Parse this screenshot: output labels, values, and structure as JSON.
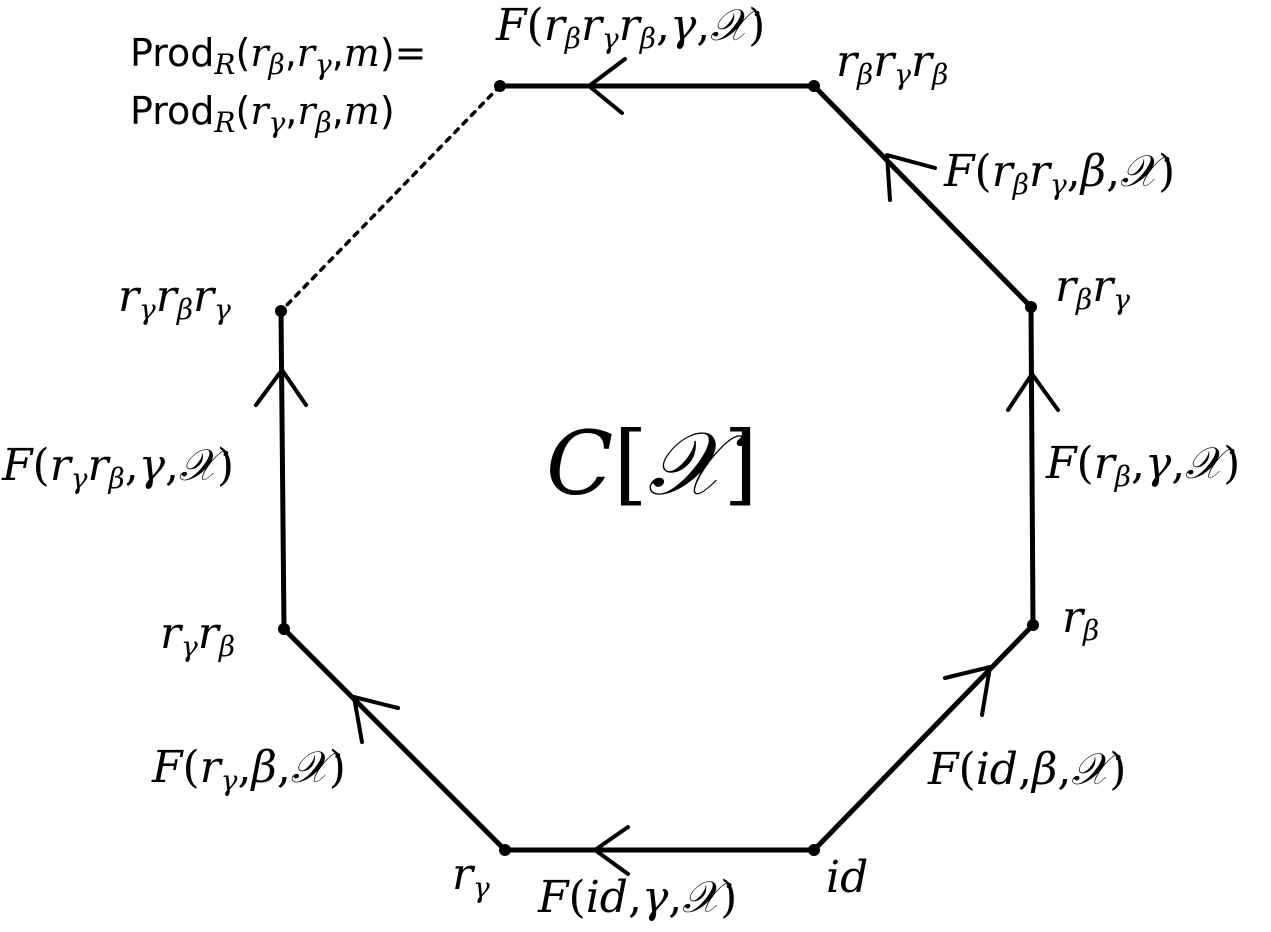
{
  "center_label": {
    "base": "C",
    "open": "[",
    "arg": "𝒳",
    "close": "]"
  },
  "vertices": {
    "id": {
      "name": "id"
    },
    "rb": {
      "name": "r",
      "sub": "β"
    },
    "rbrg": {
      "a": "r",
      "asub": "β",
      "b": "r",
      "bsub": "γ"
    },
    "rbrgrb": {
      "a": "r",
      "asub": "β",
      "b": "r",
      "bsub": "γ",
      "c": "r",
      "csub": "β"
    },
    "rg": {
      "name": "r",
      "sub": "γ"
    },
    "rgrb": {
      "a": "r",
      "asub": "γ",
      "b": "r",
      "bsub": "β"
    },
    "rgrbrg": {
      "a": "r",
      "asub": "γ",
      "b": "r",
      "bsub": "β",
      "c": "r",
      "csub": "γ"
    }
  },
  "edges": {
    "e_id_rb": {
      "F": "F",
      "open": "(",
      "w": "id",
      "s1": ",",
      "root": "β",
      "s2": ",",
      "X": "𝒳",
      "close": ")"
    },
    "e_id_rg": {
      "F": "F",
      "open": "(",
      "w": "id",
      "s1": ",",
      "root": "γ",
      "s2": ",",
      "X": "𝒳",
      "close": ")"
    },
    "e_rb_rbrg": {
      "F": "F",
      "open": "(",
      "w": "r",
      "wsub": "β",
      "s1": ",",
      "root": "γ",
      "s2": ",",
      "X": "𝒳",
      "close": ")"
    },
    "e_rbrg_rbrgrb": {
      "F": "F",
      "open": "(",
      "w1": "r",
      "w1sub": "β",
      "w2": "r",
      "w2sub": "γ",
      "s1": ",",
      "root": "β",
      "s2": ",",
      "X": "𝒳",
      "close": ")"
    },
    "e_rbrgrb_top": {
      "F": "F",
      "open": "(",
      "w1": "r",
      "w1sub": "β",
      "w2": "r",
      "w2sub": "γ",
      "w3": "r",
      "w3sub": "β",
      "s1": ",",
      "root": "γ",
      "s2": ",",
      "X": "𝒳",
      "close": ")"
    },
    "e_rg_rgrb": {
      "F": "F",
      "open": "(",
      "w": "r",
      "wsub": "γ",
      "s1": ",",
      "root": "β",
      "s2": ",",
      "X": "𝒳",
      "close": ")"
    },
    "e_rgrb_rgrbrg": {
      "F": "F",
      "open": "(",
      "w1": "r",
      "w1sub": "γ",
      "w2": "r",
      "w2sub": "β",
      "s1": ",",
      "root": "γ",
      "s2": ",",
      "X": "𝒳",
      "close": ")"
    }
  },
  "relation": {
    "line1": {
      "prod": "Prod",
      "sub": "R",
      "open": "(",
      "a": "r",
      "asub": "β",
      "c1": ",",
      "b": "r",
      "bsub": "γ",
      "c2": ",",
      "m": "m",
      "close": ")",
      "eq": "="
    },
    "line2": {
      "prod": "Prod",
      "sub": "R",
      "open": "(",
      "a": "r",
      "asub": "γ",
      "c1": ",",
      "b": "r",
      "bsub": "β",
      "c2": ",",
      "m": "m",
      "close": ")"
    }
  }
}
